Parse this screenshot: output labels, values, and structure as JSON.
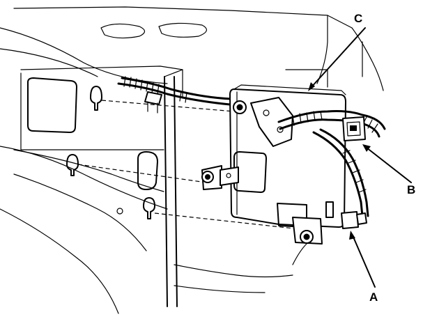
{
  "callouts": [
    {
      "id": "A",
      "label": "A"
    },
    {
      "id": "B",
      "label": "B"
    },
    {
      "id": "C",
      "label": "C"
    }
  ]
}
